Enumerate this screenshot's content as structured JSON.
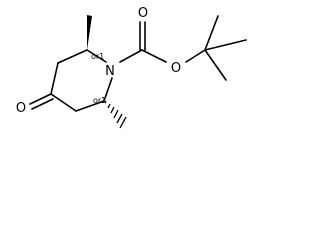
{
  "molecule": {
    "atoms": {
      "ring_nitrogen": "N",
      "ketone_oxygen": "O",
      "carbonyl_oxygen": "O",
      "ester_oxygen": "O"
    },
    "stereo_labels": {
      "c2": "or1",
      "c6": "or1"
    }
  }
}
